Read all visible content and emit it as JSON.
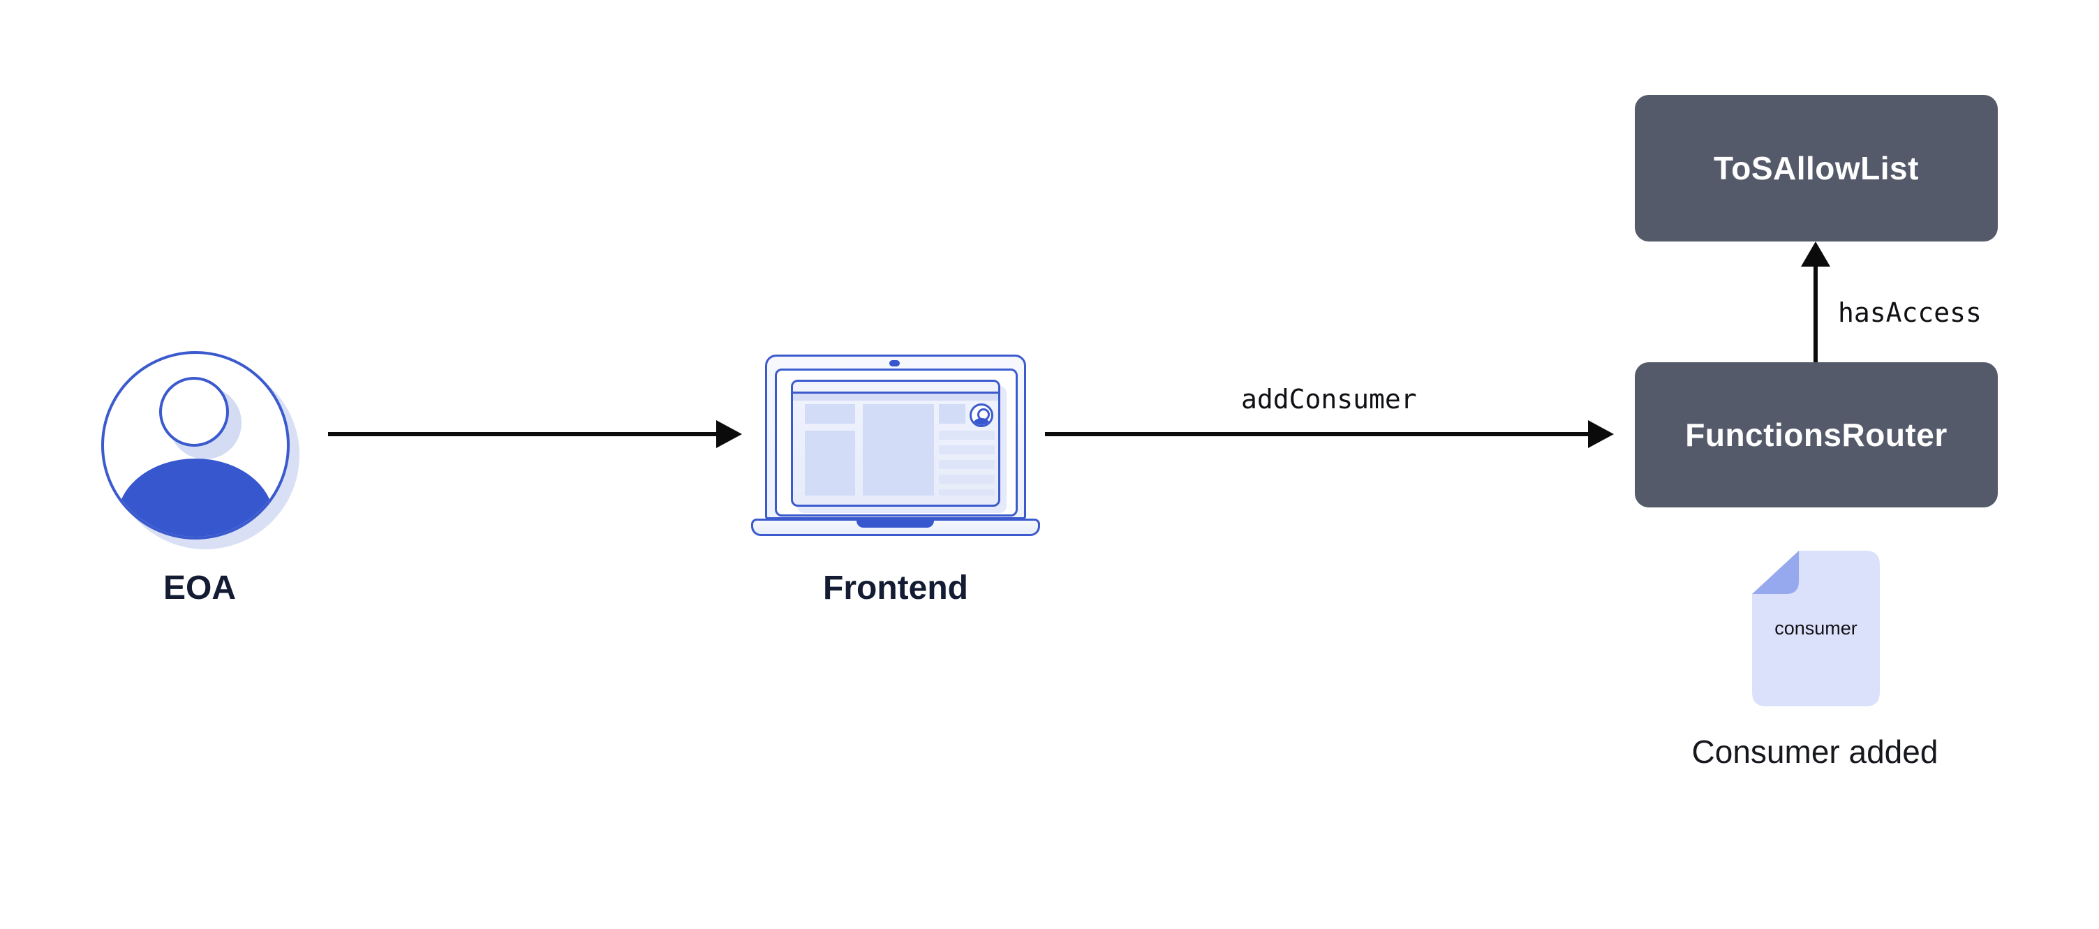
{
  "diagram": {
    "title": "Chainlink Functions subscription flow",
    "colors": {
      "background": "#ffffff",
      "accent_blue_stroke": "#3b5acd",
      "accent_blue_fill": "#3657cd",
      "soft_blue_shadow": "#d9e0f5",
      "box_background": "#545a69",
      "box_text": "#ffffff",
      "node_label_text": "#131c33",
      "arrow_black": "#0b0b0c",
      "doc_background": "#dbe1fa",
      "doc_fold": "#96a9ee"
    },
    "nodes": {
      "eoa": {
        "label": "EOA",
        "icon": "user-avatar-icon"
      },
      "frontend": {
        "label": "Frontend",
        "icon": "laptop-icon"
      },
      "functions_router": {
        "label": "FunctionsRouter"
      },
      "tos_allow_list": {
        "label": "ToSAllowList"
      },
      "consumer_doc": {
        "file_label": "consumer",
        "caption": "Consumer added",
        "icon": "document-icon"
      }
    },
    "edges": [
      {
        "from": "eoa",
        "to": "frontend",
        "label": ""
      },
      {
        "from": "frontend",
        "to": "functions_router",
        "label": "addConsumer"
      },
      {
        "from": "functions_router",
        "to": "tos_allow_list",
        "label": "hasAccess"
      }
    ]
  }
}
